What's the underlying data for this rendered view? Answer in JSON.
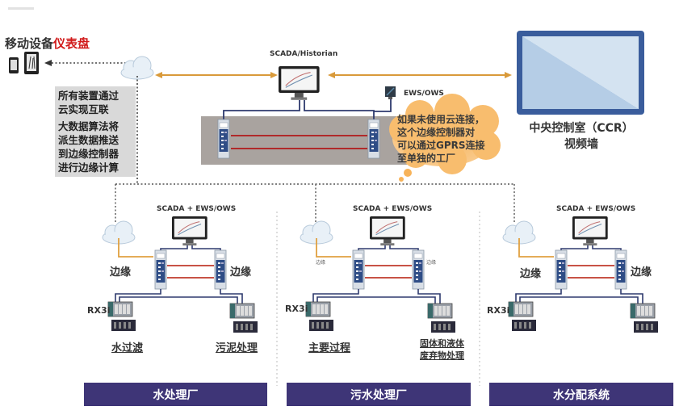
{
  "mobile": {
    "title_prefix": "移动设备",
    "title_highlight": "仪表盘",
    "icons": [
      "phone-icon",
      "tablet-icon"
    ]
  },
  "cloud_note": {
    "lines_group1": [
      "所有装置通过",
      "云实现互联"
    ],
    "lines_group2": [
      "大数据算法将",
      "派生数据推送",
      "到边缘控制器",
      "进行边缘计算"
    ]
  },
  "central": {
    "scada_label": "SCADA/Historian",
    "ews_label": "EWS/OWS",
    "gprs_note": [
      "如果未使用云连接，",
      "这个边缘控制器对",
      "可以通过GPRS连接",
      "至单独的工厂"
    ],
    "ccr_label_line1": "中央控制室（CCR）",
    "ccr_label_line2": "视频墙"
  },
  "plants": [
    {
      "scada_label": "SCADA + EWS/OWS",
      "edge_left": "边缘",
      "edge_right": "边缘",
      "rx_label": "RX3i",
      "process_left": "水过滤",
      "process_right": [
        "污泥处理"
      ],
      "banner": "水处理厂"
    },
    {
      "scada_label": "SCADA + EWS/OWS",
      "edge_left": "边缘",
      "edge_right": "边缘",
      "rx_label": "RX3i",
      "process_left": "主要过程",
      "process_right": [
        "固体和液体",
        "废弃物处理"
      ],
      "banner": "污水处理厂"
    },
    {
      "scada_label": "SCADA + EWS/OWS",
      "edge_left": "边缘",
      "edge_right": "边缘",
      "rx_label": "RX3i",
      "process_left": "",
      "process_right": [],
      "banner": "水分配系统"
    }
  ],
  "colors": {
    "banner": "#3e3577",
    "link_orange": "#e0a040",
    "network_navy": "#2e3a6e",
    "edge_red": "#c0392b",
    "ccr_frame": "#3a5d9c",
    "highlight_red": "#d11a1a"
  }
}
